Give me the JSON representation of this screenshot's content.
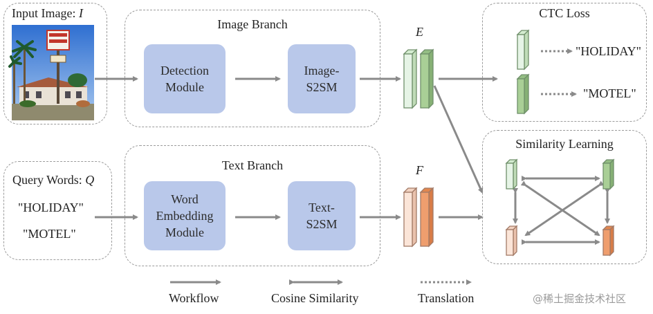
{
  "input_panel": {
    "label": "Input Image: ",
    "var": "I"
  },
  "query_panel": {
    "label": "Query Words: ",
    "var": "Q",
    "words": [
      "\"HOLIDAY\"",
      "\"MOTEL\""
    ]
  },
  "image_branch": {
    "title": "Image Branch",
    "detection": "Detection\nModule",
    "s2sm": "Image-\nS2SM"
  },
  "text_branch": {
    "title": "Text Branch",
    "embedding": "Word\nEmbedding\nModule",
    "s2sm": "Text-\nS2SM"
  },
  "features": {
    "image_var": "E",
    "text_var": "F"
  },
  "ctc": {
    "title": "CTC Loss",
    "outputs": [
      "\"HOLIDAY\"",
      "\"MOTEL\""
    ]
  },
  "similarity": {
    "title": "Similarity Learning"
  },
  "legend": {
    "workflow": "Workflow",
    "cosine": "Cosine Similarity",
    "translation": "Translation"
  },
  "watermark": "@稀土掘金技术社区",
  "colors": {
    "image_light": "#e6f4e6",
    "image_dark": "#a9cf96",
    "text_light": "#fbe5d8",
    "text_dark": "#ef9e6e",
    "module": "#b9c8ea",
    "arrow": "#8a8a8a"
  }
}
